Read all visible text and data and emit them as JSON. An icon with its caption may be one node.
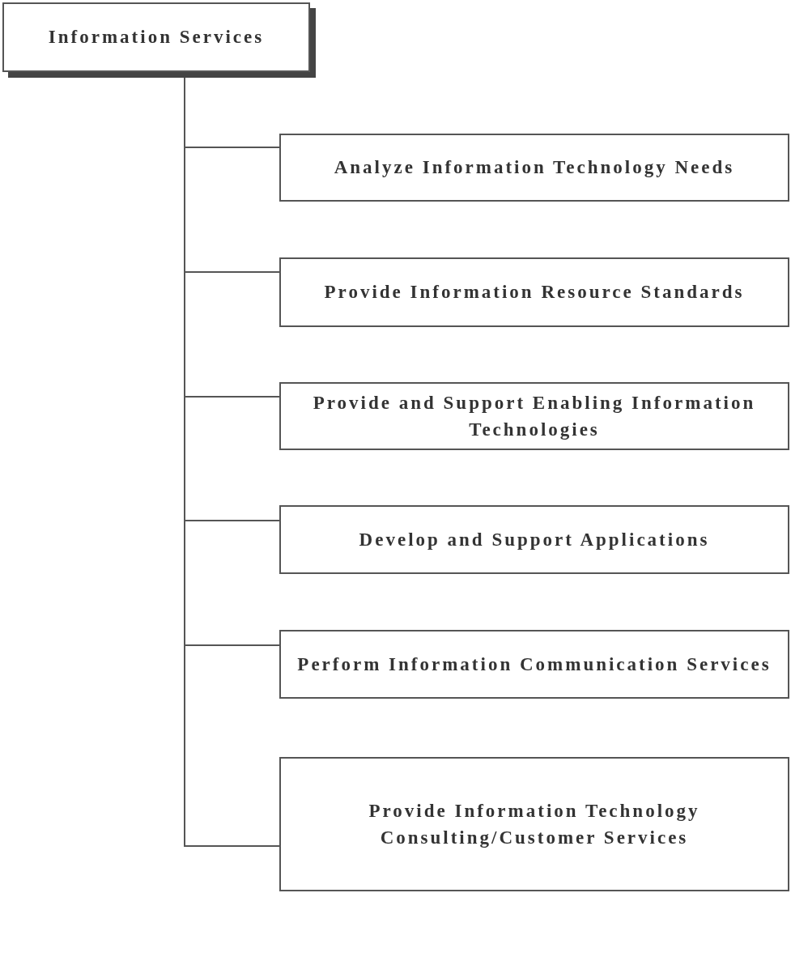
{
  "diagram": {
    "nodes": [
      {
        "text": [
          "Information Services"
        ]
      },
      {
        "text": [
          "Analyze Information Technology Needs"
        ]
      },
      {
        "text": [
          "Provide Information Resource Standards"
        ]
      },
      {
        "text": [
          "Provide and Support Enabling Information Technologies"
        ]
      },
      {
        "text": [
          "Develop and Support Applications"
        ]
      },
      {
        "text": [
          "Perform Information Communication Services"
        ]
      },
      {
        "text": [
          "Provide Information Technology Consulting/Customer Services"
        ]
      }
    ],
    "edges": [
      {
        "from": 0,
        "to": 1,
        "arrow": "none"
      },
      {
        "from": 0,
        "to": 2,
        "arrow": "none"
      },
      {
        "from": 0,
        "to": 3,
        "arrow": "none"
      },
      {
        "from": 0,
        "to": 4,
        "arrow": "none"
      },
      {
        "from": 0,
        "to": 5,
        "arrow": "none"
      },
      {
        "from": 0,
        "to": 6,
        "arrow": "none"
      }
    ]
  }
}
